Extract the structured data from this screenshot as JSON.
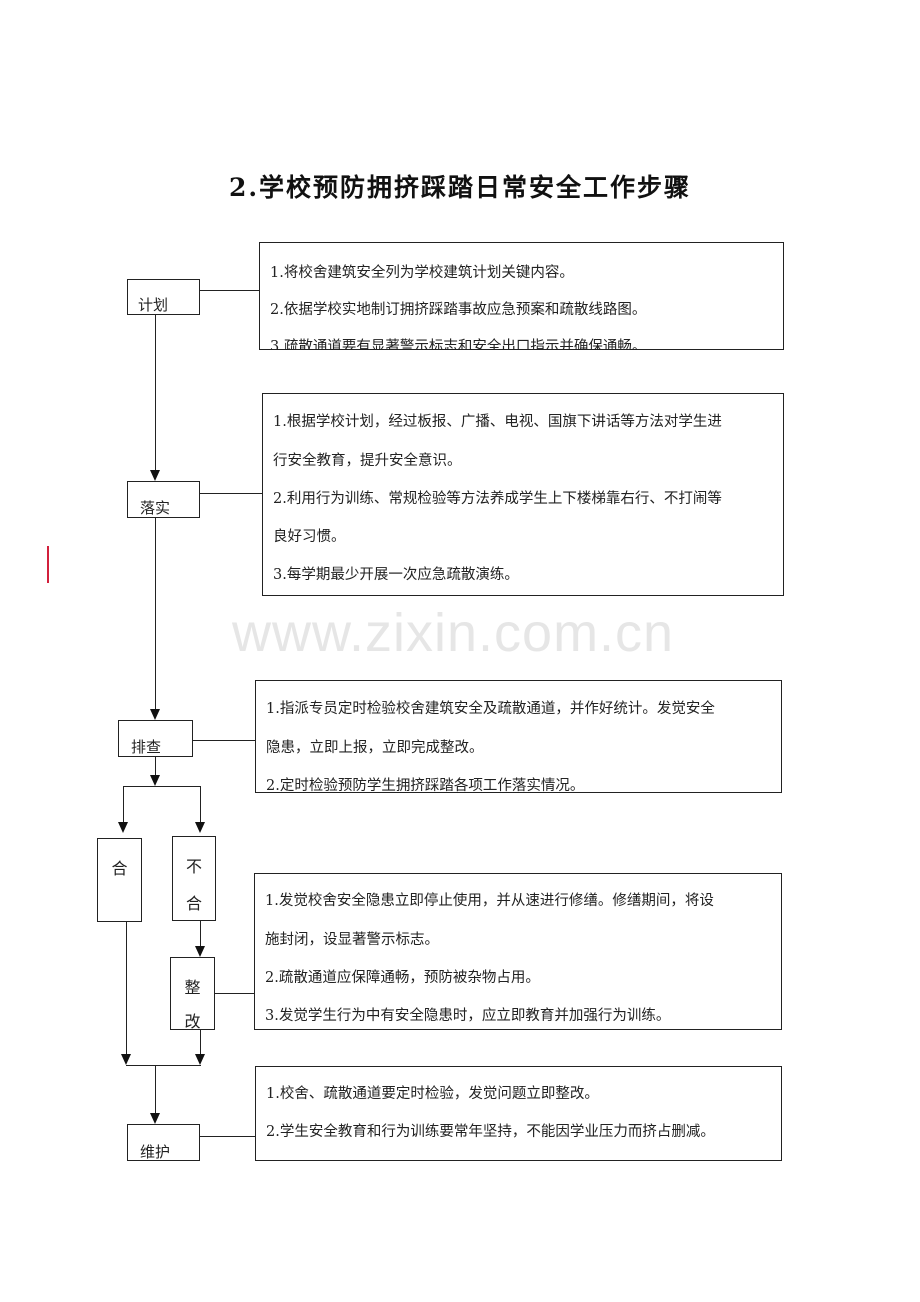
{
  "title": "2.学校预防拥挤踩踏日常安全工作步骤",
  "watermark": "www.zixin.com.cn",
  "colors": {
    "line": "#222222",
    "marker_red": "#d2203c",
    "watermark": "#e6e6e6"
  },
  "steps": {
    "plan": "计划",
    "implement": "落实",
    "inspect": "排查",
    "pass": "合",
    "fail_1": "不",
    "fail_2": "合",
    "rectify_1": "整",
    "rectify_2": "改",
    "maintain": "维护"
  },
  "boxes": {
    "plan": {
      "lines": [
        "1.将校舍建筑安全列为学校建筑计划关键内容。",
        "2.依据学校实地制订拥挤踩踏事故应急预案和疏散线路图。",
        "3.疏散通道要有显著警示标志和安全出口指示并确保通畅。"
      ]
    },
    "implement": {
      "lines": [
        "1.根据学校计划，经过板报、广播、电视、国旗下讲话等方法对学生进",
        "行安全教育，提升安全意识。",
        "2.利用行为训练、常规检验等方法养成学生上下楼梯靠右行、不打闹等",
        "良好习惯。",
        "3.每学期最少开展一次应急疏散演练。"
      ]
    },
    "inspect": {
      "lines": [
        "1.指派专员定时检验校舍建筑安全及疏散通道，并作好统计。发觉安全",
        "隐患，立即上报，立即完成整改。",
        "2.定时检验预防学生拥挤踩踏各项工作落实情况。"
      ]
    },
    "rectify": {
      "lines": [
        "1.发觉校舍安全隐患立即停止使用，并从速进行修缮。修缮期间，将设",
        "施封闭，设显著警示标志。",
        "2.疏散通道应保障通畅，预防被杂物占用。",
        "3.发觉学生行为中有安全隐患时，应立即教育并加强行为训练。"
      ]
    },
    "maintain": {
      "lines": [
        "1.校舍、疏散通道要定时检验，发觉问题立即整改。",
        "2.学生安全教育和行为训练要常年坚持，不能因学业压力而挤占删减。"
      ]
    }
  }
}
